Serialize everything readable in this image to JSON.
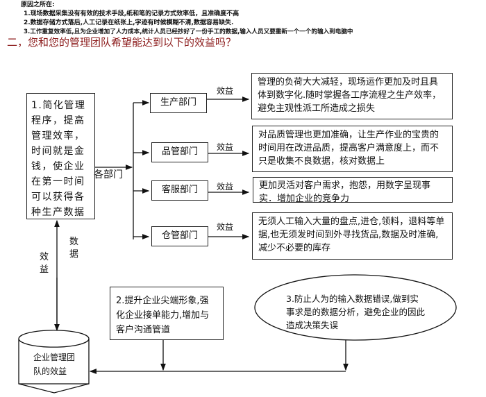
{
  "reasons": {
    "heading": "原因之所在:",
    "items": [
      "1.现场数据采集没有有效的技术手段,纸和笔的记录方式效率低，且准确度不高",
      "2.数据存储方式落后,人工记录在纸张上,字迹有时候模糊不清,数据容易缺失.",
      "3.工作重复效率低,且为企业增加了人力成本,统计人员已经抄好了一份手工的数据,输入人员又要重新一个一个的输入到电脑中"
    ]
  },
  "title": "二，您和您的管理团队希望能达到以下的效益吗？",
  "diagram": {
    "main_box": "1.简化管理程序，提高管理效率，时间就是金钱，使企业在第一时间可以获得各种生产数据",
    "branch_label": "各部门",
    "departments": [
      {
        "name": "生产部门",
        "label": "效益",
        "benefit": "管理的负荷大大减轻，现场运作更加及时且具体到数字化.随时掌握各工序流程之生产效率，避免主观性派工所造成之损失"
      },
      {
        "name": "品管部门",
        "label": "效益",
        "benefit": "对品质管理也更加准确，让生产作业的宝贵的时间用在改进品质，提高客户满意度上，而不只是收集不良数据，核对数据上"
      },
      {
        "name": "客服部门",
        "label": "效益",
        "benefit": "更加灵活对客户需求，抱怨，用数字呈现事实．增加企业的竞争力"
      },
      {
        "name": "仓管部门",
        "label": "效益",
        "benefit": "无须人工输入大量的盘点,进仓,领料，退料等单据,也无须发时间到外寻找货品,数据及时准确,减少不必要的库存"
      }
    ],
    "up_label": "数据",
    "down_label": "效益",
    "box2": "2.提升企业尖端形象,强化企业接单能力,增加与客户沟通管道",
    "ellipse3": "3.防止人为的输入数据错误,做到实事求是的数据分析，避免企业的因此造成决策失误",
    "cylinder": "企业管理团队的效益"
  }
}
